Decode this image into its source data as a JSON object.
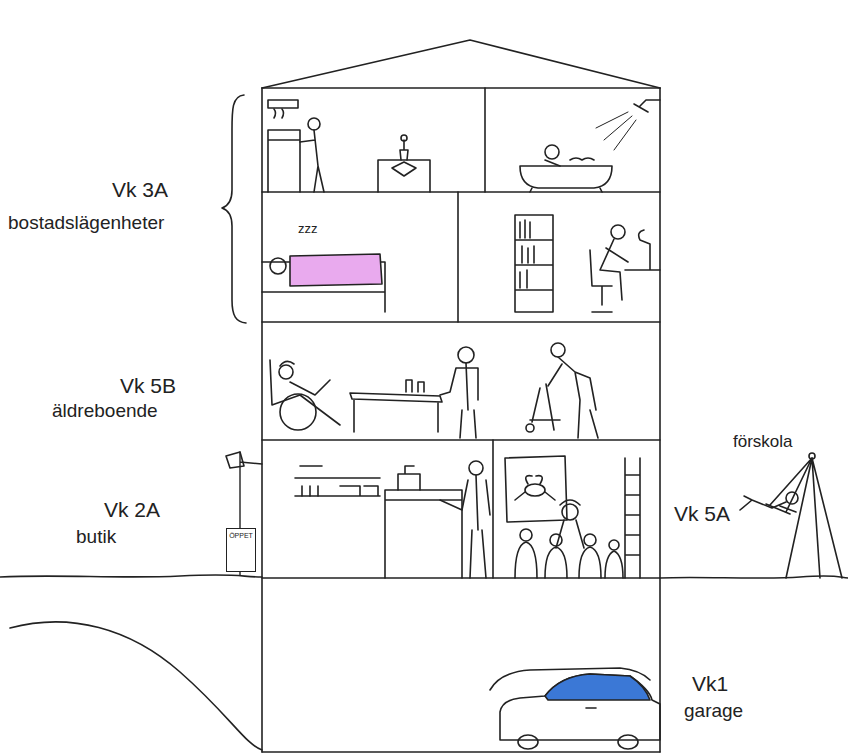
{
  "diagram": {
    "nodes": [
      {
        "text": [
          "ÖPPET"
        ]
      }
    ],
    "labels": [
      "zzz",
      "Vk 3A",
      "bostadslägenheter",
      "Vk 5B",
      "äldreboende",
      "Vk 2A",
      "butik",
      "förskola",
      "Vk 5A",
      "Vk1",
      "garage"
    ]
  }
}
